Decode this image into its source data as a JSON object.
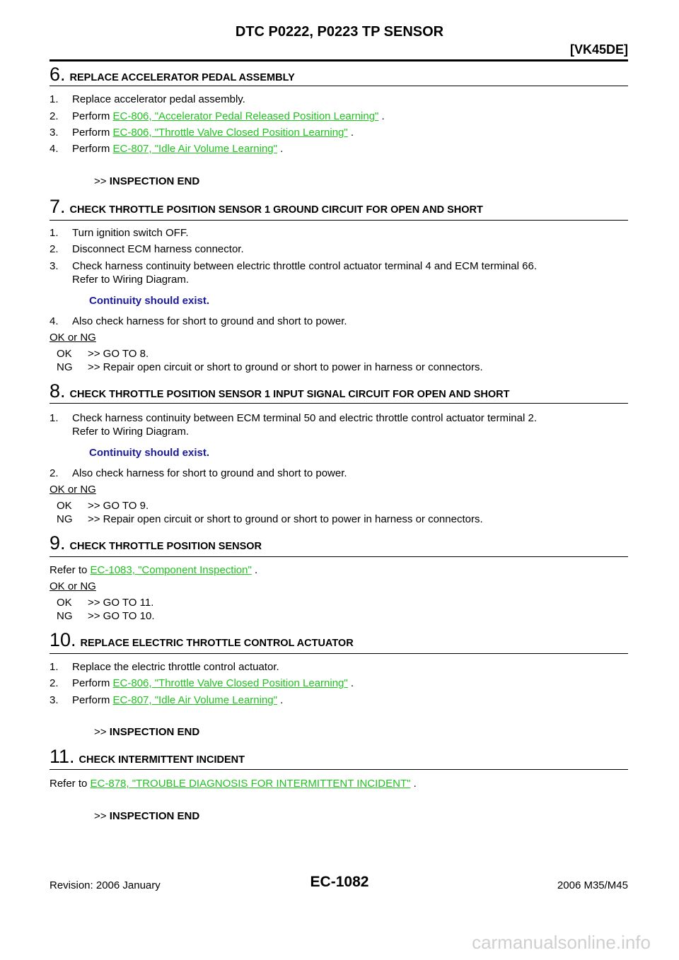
{
  "header": {
    "title": "DTC P0222, P0223 TP SENSOR",
    "model": "[VK45DE]"
  },
  "s6": {
    "num": "6.",
    "title": "REPLACE ACCELERATOR PEDAL ASSEMBLY",
    "i1": "Replace accelerator pedal assembly.",
    "i2_pre": "Perform ",
    "i2_link": "EC-806, \"Accelerator Pedal Released Position Learning\"",
    "i2_post": " .",
    "i3_pre": "Perform ",
    "i3_link": "EC-806, \"Throttle Valve Closed Position Learning\"",
    "i3_post": " .",
    "i4_pre": "Perform ",
    "i4_link": "EC-807, \"Idle Air Volume Learning\"",
    "i4_post": " .",
    "end_prefix": ">> ",
    "end": "INSPECTION END"
  },
  "s7": {
    "num": "7.",
    "title": "CHECK THROTTLE POSITION SENSOR 1 GROUND CIRCUIT FOR OPEN AND SHORT",
    "i1": "Turn ignition switch OFF.",
    "i2": "Disconnect ECM harness connector.",
    "i3a": "Check harness continuity between electric throttle control actuator terminal 4 and ECM terminal 66.",
    "i3b": "Refer to Wiring Diagram.",
    "cont": "Continuity should exist.",
    "i4": "Also check harness for short to ground and short to power.",
    "okng": "OK or NG",
    "ok_k": "OK",
    "ok_v": ">> GO TO 8.",
    "ng_k": "NG",
    "ng_v": ">> Repair open circuit or short to ground or short to power in harness or connectors."
  },
  "s8": {
    "num": "8.",
    "title": "CHECK THROTTLE POSITION SENSOR 1 INPUT SIGNAL CIRCUIT FOR OPEN AND SHORT",
    "i1a": "Check harness continuity between ECM terminal 50 and electric throttle control actuator terminal 2.",
    "i1b": "Refer to Wiring Diagram.",
    "cont": "Continuity should exist.",
    "i2": "Also check harness for short to ground and short to power.",
    "okng": "OK or NG",
    "ok_k": "OK",
    "ok_v": ">> GO TO 9.",
    "ng_k": "NG",
    "ng_v": ">> Repair open circuit or short to ground or short to power in harness or connectors."
  },
  "s9": {
    "num": "9.",
    "title": "CHECK THROTTLE POSITION SENSOR",
    "ref_pre": "Refer to ",
    "ref_link": "EC-1083, \"Component Inspection\"",
    "ref_post": " .",
    "okng": "OK or NG",
    "ok_k": "OK",
    "ok_v": ">> GO TO 11.",
    "ng_k": "NG",
    "ng_v": ">> GO TO 10."
  },
  "s10": {
    "num": "10.",
    "title": "REPLACE ELECTRIC THROTTLE CONTROL ACTUATOR",
    "i1": "Replace the electric throttle control actuator.",
    "i2_pre": "Perform ",
    "i2_link": "EC-806, \"Throttle Valve Closed Position Learning\"",
    "i2_post": " .",
    "i3_pre": "Perform ",
    "i3_link": "EC-807, \"Idle Air Volume Learning\"",
    "i3_post": " .",
    "end_prefix": ">> ",
    "end": "INSPECTION END"
  },
  "s11": {
    "num": "11.",
    "title": "CHECK INTERMITTENT INCIDENT",
    "ref_pre": "Refer to ",
    "ref_link": "EC-878, \"TROUBLE DIAGNOSIS FOR INTERMITTENT INCIDENT\"",
    "ref_post": " .",
    "end_prefix": ">> ",
    "end": "INSPECTION END"
  },
  "footer": {
    "revision": "Revision: 2006 January",
    "page": "EC-1082",
    "vehicle": "2006 M35/M45"
  },
  "watermark": "carmanualsonline.info",
  "numbers": {
    "n1": "1.",
    "n2": "2.",
    "n3": "3.",
    "n4": "4."
  }
}
